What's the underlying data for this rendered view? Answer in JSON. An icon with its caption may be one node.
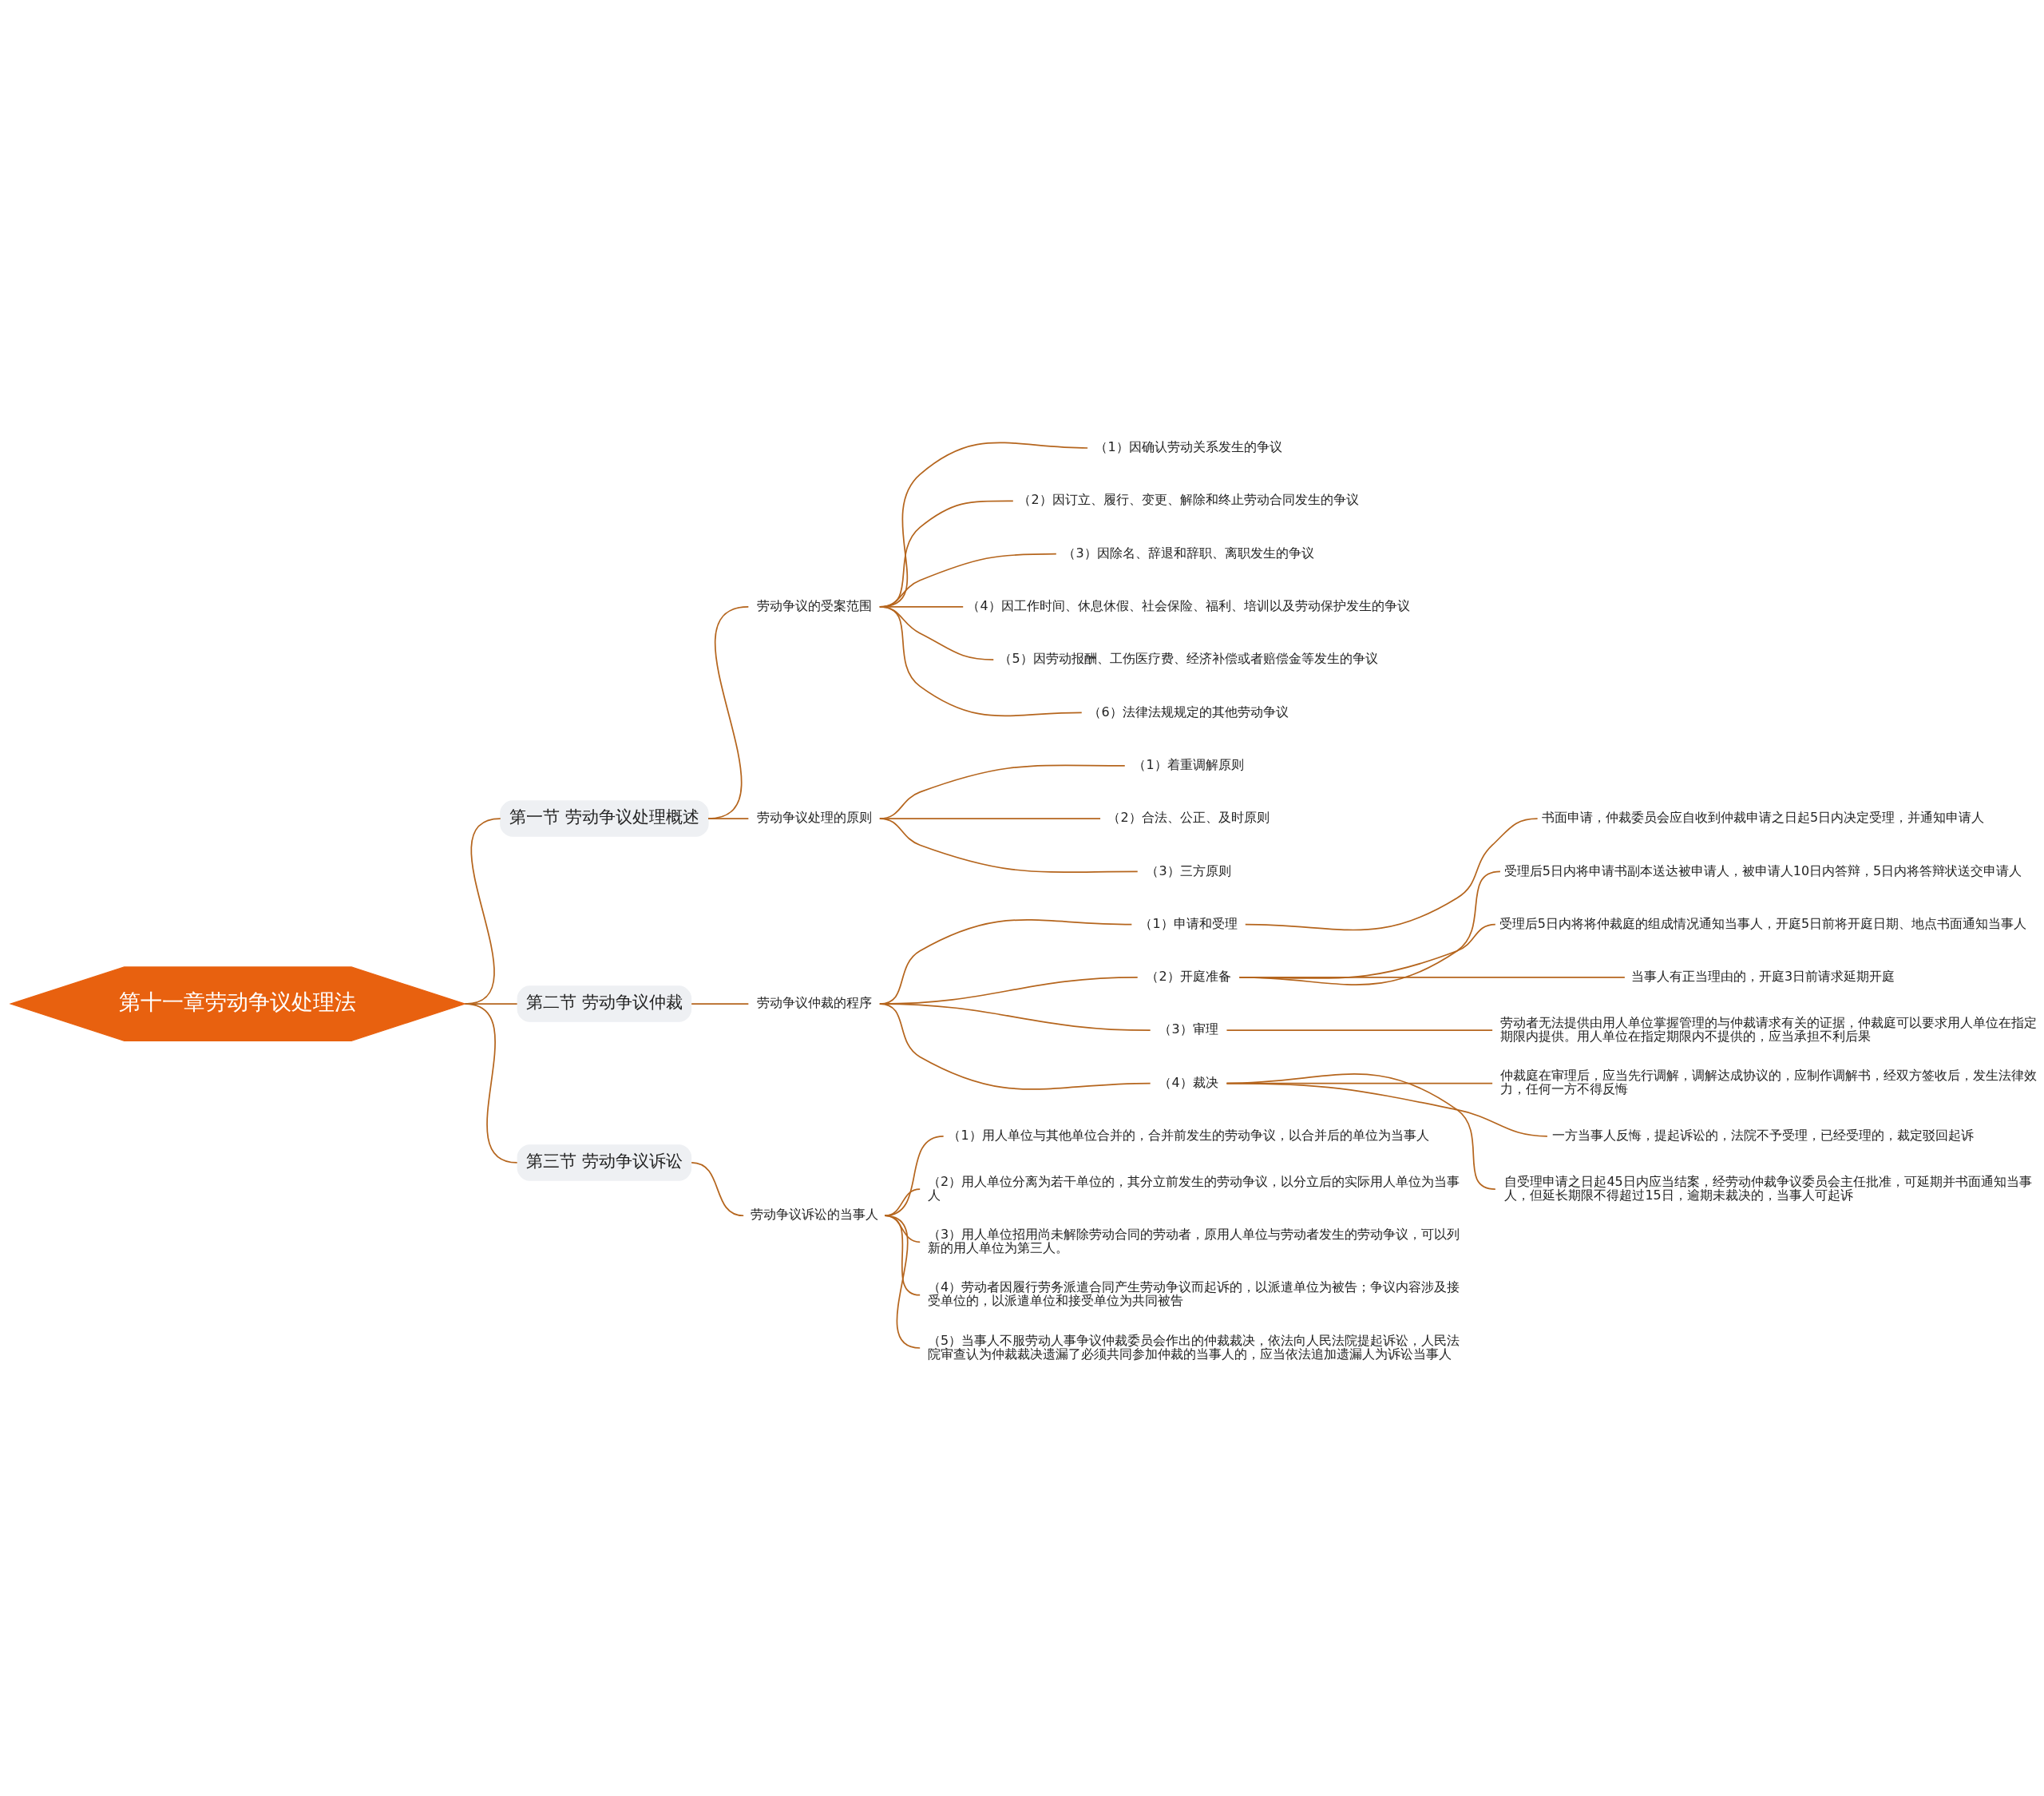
{
  "diagram": {
    "nodes": [
      {
        "text": [
          "第十一章劳动争议处理法"
        ]
      },
      {
        "text": [
          "第一节 劳动争议处理概述"
        ]
      },
      {
        "text": [
          "劳动争议的受案范围"
        ]
      },
      {
        "text": [
          "（1）因确认劳动关系发生的争议"
        ]
      },
      {
        "text": [
          "（2）因订立、履行、变更、解除和终止劳动合同发生的争议"
        ]
      },
      {
        "text": [
          "（3）因除名、辞退和辞职、离职发生的争议"
        ]
      },
      {
        "text": [
          "（4）因工作时间、休息休假、社会保险、福利、培训以及劳动保护发生的争议"
        ]
      },
      {
        "text": [
          "（5）因劳动报酬、工伤医疗费、经济补偿或者赔偿金等发生的争议"
        ]
      },
      {
        "text": [
          "（6）法律法规规定的其他劳动争议"
        ]
      },
      {
        "text": [
          "劳动争议处理的原则"
        ]
      },
      {
        "text": [
          "（1）着重调解原则"
        ]
      },
      {
        "text": [
          "（2）合法、公正、及时原则"
        ]
      },
      {
        "text": [
          "（3）三方原则"
        ]
      },
      {
        "text": [
          "第二节 劳动争议仲裁"
        ]
      },
      {
        "text": [
          "劳动争议仲裁的程序"
        ]
      },
      {
        "text": [
          "（1）申请和受理"
        ]
      },
      {
        "text": [
          "书面申请，仲裁委员会应自收到仲裁申请之日起5日内决定受理，并通知申请人"
        ]
      },
      {
        "text": [
          "（2）开庭准备"
        ]
      },
      {
        "text": [
          "受理后5日内将申请书副本送达被申请人，被申请人10日内答辩，5日内将答辩状送交申请人"
        ]
      },
      {
        "text": [
          "受理后5日内将将仲裁庭的组成情况通知当事人，开庭5日前将开庭日期、地点书面通知当事人"
        ]
      },
      {
        "text": [
          "当事人有正当理由的，开庭3日前请求延期开庭"
        ]
      },
      {
        "text": [
          "（3）审理"
        ]
      },
      {
        "text": [
          "劳动者无法提供由用人单位掌握管理的与仲裁请求有关的证据，仲裁庭可以要求用人单位在指定期限内提供。用人单位在指定期限内不提供的，应当承担不利后果"
        ]
      },
      {
        "text": [
          "（4）裁决"
        ]
      },
      {
        "text": [
          "仲裁庭在审理后，应当先行调解，调解达成协议的，应制作调解书，经双方签收后，发生法律效力，任何一方不得反悔"
        ]
      },
      {
        "text": [
          "一方当事人反悔，提起诉讼的，法院不予受理，已经受理的，裁定驳回起诉"
        ]
      },
      {
        "text": [
          "自受理申请之日起45日内应当结案，经劳动仲裁争议委员会主任批准，可延期并书面通知当事人，但延长期限不得超过15日，逾期未裁决的，当事人可起诉"
        ]
      },
      {
        "text": [
          "第三节 劳动争议诉讼"
        ]
      },
      {
        "text": [
          "劳动争议诉讼的当事人"
        ]
      },
      {
        "text": [
          "（1）用人单位与其他单位合并的，合并前发生的劳动争议，以合并后的单位为当事人"
        ]
      },
      {
        "text": [
          "（2）用人单位分离为若干单位的，其分立前发生的劳动争议，以分立后的实际用人单位为当事人"
        ]
      },
      {
        "text": [
          "（3）用人单位招用尚未解除劳动合同的劳动者，原用人单位与劳动者发生的劳动争议，可以列新的用人单位为第三人。"
        ]
      },
      {
        "text": [
          "（4）劳动者因履行劳务派遣合同产生劳动争议而起诉的，以派遣单位为被告；争议内容涉及接受单位的，以派遣单位和接受单位为共同被告"
        ]
      },
      {
        "text": [
          "（5）当事人不服劳动人事争议仲裁委员会作出的仲裁裁决，依法向人民法院提起诉讼，人民法院审查认为仲裁裁决遗漏了必须共同参加仲裁的当事人的，应当依法追加遗漏人为诉讼当事人"
        ]
      }
    ],
    "edges": [
      {
        "from": 0,
        "to": 1,
        "arrow": "none"
      },
      {
        "from": 1,
        "to": 2,
        "arrow": "none"
      },
      {
        "from": 2,
        "to": 3,
        "arrow": "none"
      },
      {
        "from": 2,
        "to": 4,
        "arrow": "none"
      },
      {
        "from": 2,
        "to": 5,
        "arrow": "none"
      },
      {
        "from": 2,
        "to": 6,
        "arrow": "none"
      },
      {
        "from": 2,
        "to": 7,
        "arrow": "none"
      },
      {
        "from": 2,
        "to": 8,
        "arrow": "none"
      },
      {
        "from": 1,
        "to": 9,
        "arrow": "none"
      },
      {
        "from": 9,
        "to": 10,
        "arrow": "none"
      },
      {
        "from": 9,
        "to": 11,
        "arrow": "none"
      },
      {
        "from": 9,
        "to": 12,
        "arrow": "none"
      },
      {
        "from": 0,
        "to": 13,
        "arrow": "none"
      },
      {
        "from": 13,
        "to": 14,
        "arrow": "none"
      },
      {
        "from": 14,
        "to": 15,
        "arrow": "none"
      },
      {
        "from": 15,
        "to": 16,
        "arrow": "none"
      },
      {
        "from": 14,
        "to": 17,
        "arrow": "none"
      },
      {
        "from": 17,
        "to": 18,
        "arrow": "none"
      },
      {
        "from": 17,
        "to": 19,
        "arrow": "none"
      },
      {
        "from": 17,
        "to": 20,
        "arrow": "none"
      },
      {
        "from": 14,
        "to": 21,
        "arrow": "none"
      },
      {
        "from": 21,
        "to": 22,
        "arrow": "none"
      },
      {
        "from": 14,
        "to": 23,
        "arrow": "none"
      },
      {
        "from": 23,
        "to": 24,
        "arrow": "none"
      },
      {
        "from": 23,
        "to": 25,
        "arrow": "none"
      },
      {
        "from": 23,
        "to": 26,
        "arrow": "none"
      },
      {
        "from": 0,
        "to": 27,
        "arrow": "none"
      },
      {
        "from": 27,
        "to": 28,
        "arrow": "none"
      },
      {
        "from": 28,
        "to": 29,
        "arrow": "none"
      },
      {
        "from": 28,
        "to": 30,
        "arrow": "none"
      },
      {
        "from": 28,
        "to": 31,
        "arrow": "none"
      },
      {
        "from": 28,
        "to": 32,
        "arrow": "none"
      },
      {
        "from": 28,
        "to": 33,
        "arrow": "none"
      }
    ]
  }
}
